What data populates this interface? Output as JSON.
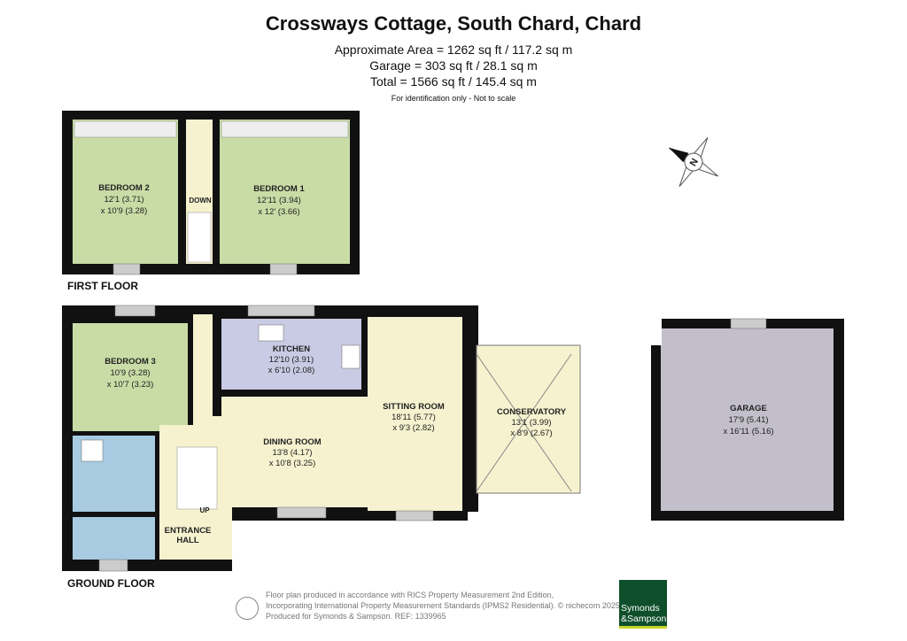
{
  "header": {
    "title": "Crossways Cottage, South Chard, Chard",
    "area": "Approximate Area = 1262 sq ft / 117.2 sq m",
    "garage": "Garage = 303 sq ft / 28.1 sq m",
    "total": "Total = 1566 sq ft / 145.4 sq m",
    "note": "For identification only - Not to scale"
  },
  "floors": {
    "first": "FIRST FLOOR",
    "ground": "GROUND FLOOR"
  },
  "compass": {
    "label": "N"
  },
  "rooms": {
    "bedroom2": {
      "name": "BEDROOM 2",
      "d1": "12'1 (3.71)",
      "d2": "x 10'9 (3.28)"
    },
    "bedroom1": {
      "name": "BEDROOM 1",
      "d1": "12'11 (3.94)",
      "d2": "x 12' (3.66)"
    },
    "stairs_down": "DOWN",
    "bedroom3": {
      "name": "BEDROOM 3",
      "d1": "10'9 (3.28)",
      "d2": "x 10'7 (3.23)"
    },
    "kitchen": {
      "name": "KITCHEN",
      "d1": "12'10 (3.91)",
      "d2": "x 6'10 (2.08)"
    },
    "sitting": {
      "name": "SITTING ROOM",
      "d1": "18'11 (5.77)",
      "d2": "x 9'3 (2.82)"
    },
    "conservatory": {
      "name": "CONSERVATORY",
      "d1": "13'1 (3.99)",
      "d2": "x 8'9 (2.67)"
    },
    "dining": {
      "name": "DINING ROOM",
      "d1": "13'8 (4.17)",
      "d2": "x 10'8 (3.25)"
    },
    "stairs_up": "UP",
    "hall": {
      "name1": "ENTRANCE",
      "name2": "HALL"
    },
    "garage": {
      "name": "GARAGE",
      "d1": "17'9 (5.41)",
      "d2": "x 16'11 (5.16)"
    }
  },
  "colors": {
    "bedroom": "#c9dca6",
    "living": "#f6f2cf",
    "kitchen": "#c9cbe4",
    "bathroom": "#a8cbe2",
    "garage": "#c2bfca",
    "wall": "#111111",
    "brand": "#0f4f2b"
  },
  "footer": {
    "line1": "Floor plan produced in accordance with RICS Property Measurement 2nd Edition,",
    "line2": "Incorporating International Property Measurement Standards (IPMS2 Residential).   © nichecom 2025.",
    "line3": "Produced for Symonds & Sampson.   REF:  1339965",
    "logo1": "Symonds",
    "logo2": "&Sampson"
  }
}
